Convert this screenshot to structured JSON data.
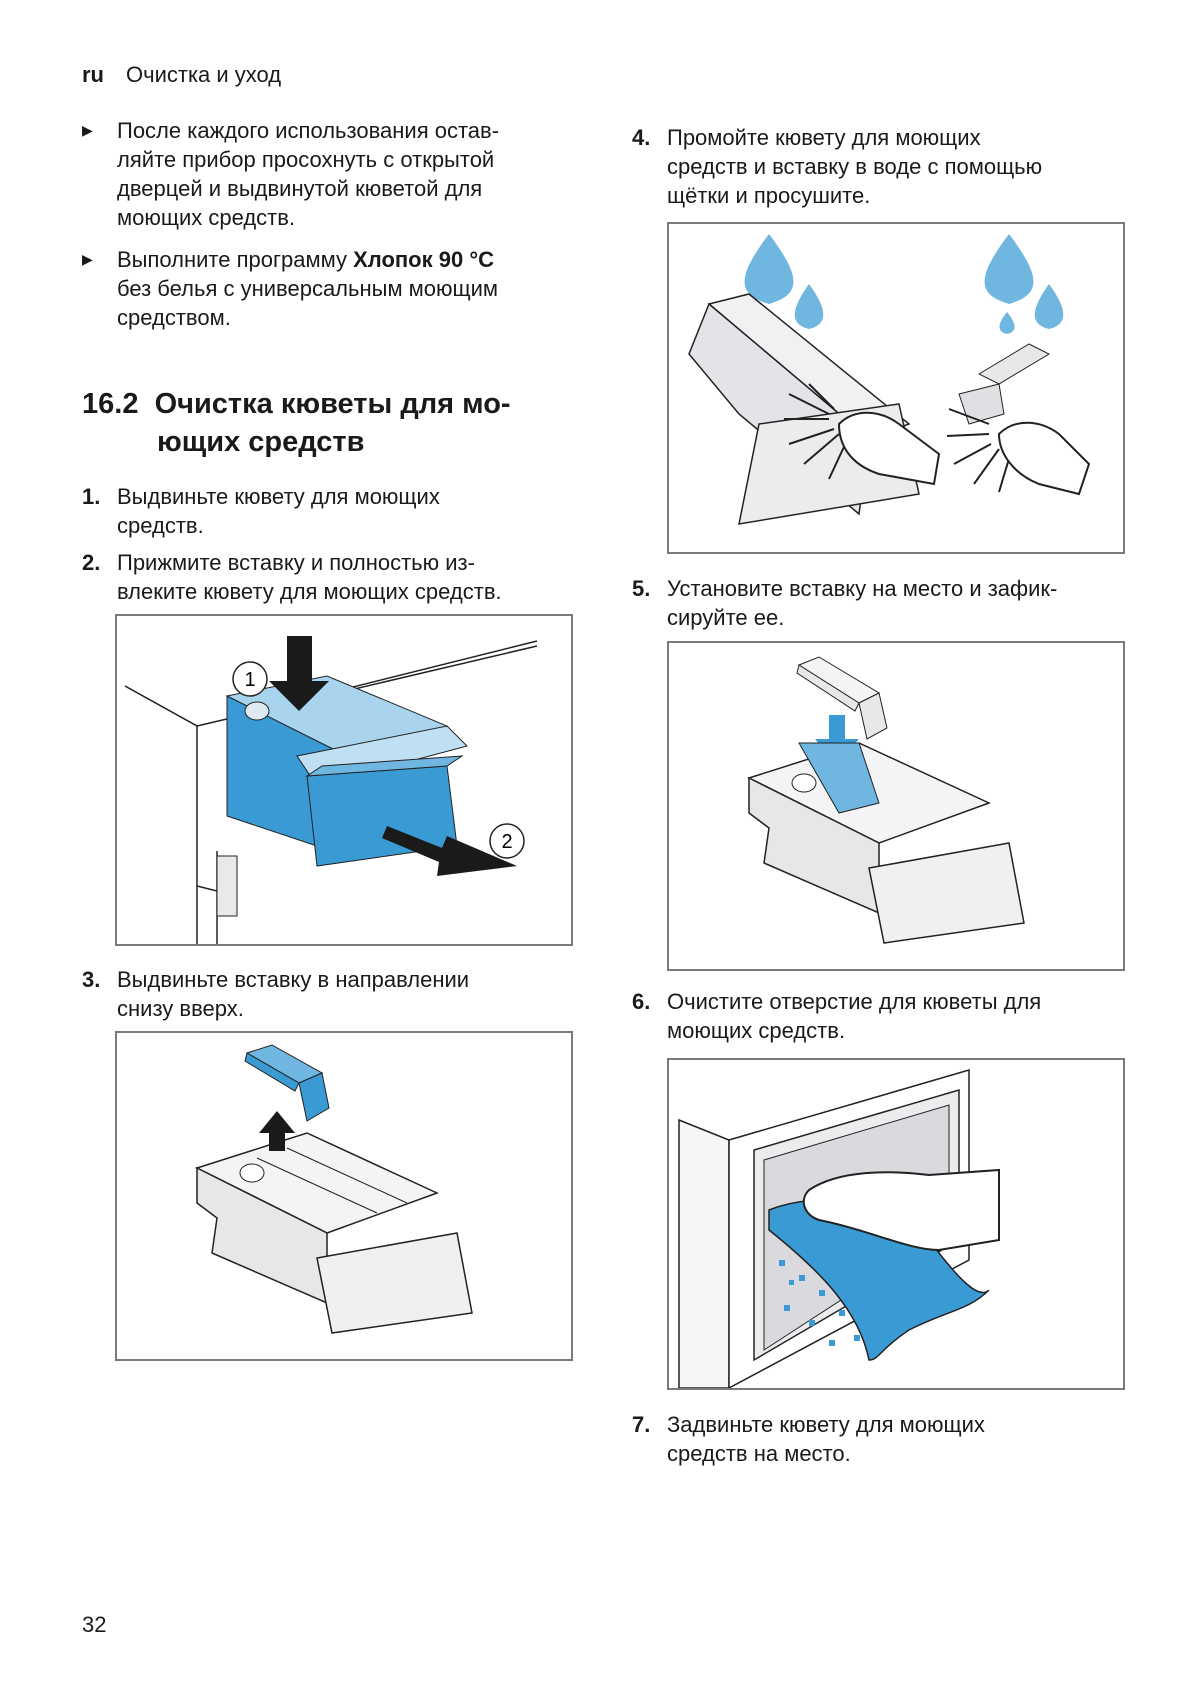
{
  "header": {
    "lang": "ru",
    "section": "Очистка и уход"
  },
  "left": {
    "bullet1": [
      "После каждого использования остав-",
      "ляйте прибор просохнуть с открытой",
      "дверцей и выдвинутой кюветой для",
      "моющих средств."
    ],
    "bullet2_prefix": "Выполните программу ",
    "bullet2_bold": "Хлопок 90 °C",
    "bullet2_rest": [
      "без белья с универсальным моющим",
      "средством."
    ],
    "heading_number": "16.2",
    "heading": [
      "Очистка кюветы для мо-",
      "ющих средств"
    ],
    "steps": [
      {
        "num": "1.",
        "lines": [
          "Выдвиньте кювету для моющих",
          "средств."
        ]
      },
      {
        "num": "2.",
        "lines": [
          "Прижмите вставку и полностью из-",
          "влеките кювету для моющих средств."
        ]
      },
      {
        "num": "3.",
        "lines": [
          "Выдвиньте вставку в направлении",
          "снизу вверх."
        ]
      }
    ],
    "figure_markers": [
      "1",
      "2"
    ]
  },
  "right": {
    "steps": [
      {
        "num": "4.",
        "lines": [
          "Промойте кювету для моющих",
          "средств и вставку в воде с помощью",
          "щётки и просушите."
        ]
      },
      {
        "num": "5.",
        "lines": [
          "Установите вставку на место и зафик-",
          "сируйте ее."
        ]
      },
      {
        "num": "6.",
        "lines": [
          "Очистите отверстие для кюветы для",
          "моющих средств."
        ]
      },
      {
        "num": "7.",
        "lines": [
          "Задвиньте кювету для моющих",
          "средств на место."
        ]
      }
    ]
  },
  "page_number": "32",
  "colors": {
    "accent_blue": "#3a9ad3",
    "light_blue": "#a8d4ee",
    "water": "#6fb6e0",
    "frame": "#7a7a7a"
  }
}
